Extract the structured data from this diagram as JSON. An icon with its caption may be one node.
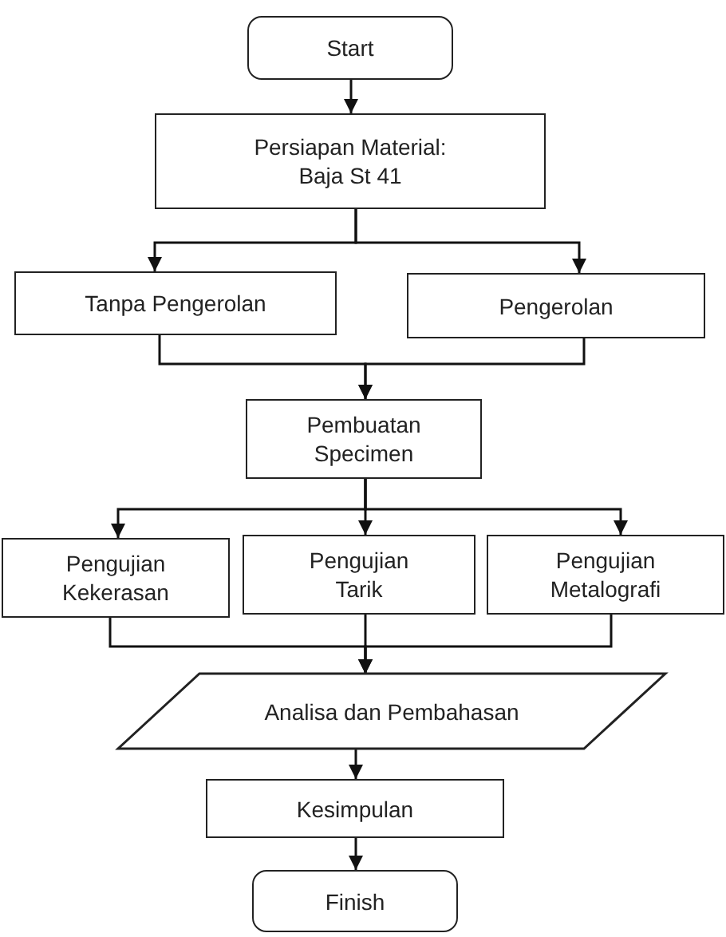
{
  "diagram": {
    "nodes": [
      {
        "text": [
          "Start"
        ]
      },
      {
        "text": [
          "Persiapan Material: Baja St 41"
        ]
      },
      {
        "text": [
          "Tanpa Pengerolan"
        ]
      },
      {
        "text": [
          "Pengerolan"
        ]
      },
      {
        "text": [
          "Pembuatan Specimen"
        ]
      },
      {
        "text": [
          "Pengujian Kekerasan"
        ]
      },
      {
        "text": [
          "Pengujian Tarik"
        ]
      },
      {
        "text": [
          "Pengujian Metalografi"
        ]
      },
      {
        "text": [
          "Analisa dan Pembahasan"
        ]
      },
      {
        "text": [
          "Kesimpulan"
        ]
      },
      {
        "text": [
          "Finish"
        ]
      }
    ],
    "edges": [
      {
        "from": 0,
        "to": 1,
        "arrow": "to"
      },
      {
        "from": 1,
        "to": 2,
        "arrow": "to"
      },
      {
        "from": 1,
        "to": 3,
        "arrow": "to"
      },
      {
        "from": 2,
        "to": 4,
        "arrow": "to"
      },
      {
        "from": 3,
        "to": 4,
        "arrow": "to"
      },
      {
        "from": 4,
        "to": 5,
        "arrow": "to"
      },
      {
        "from": 4,
        "to": 6,
        "arrow": "to"
      },
      {
        "from": 4,
        "to": 7,
        "arrow": "to"
      },
      {
        "from": 5,
        "to": 8,
        "arrow": "to"
      },
      {
        "from": 6,
        "to": 8,
        "arrow": "to"
      },
      {
        "from": 7,
        "to": 8,
        "arrow": "to"
      },
      {
        "from": 8,
        "to": 9,
        "arrow": "to"
      },
      {
        "from": 9,
        "to": 10,
        "arrow": "to"
      }
    ]
  }
}
